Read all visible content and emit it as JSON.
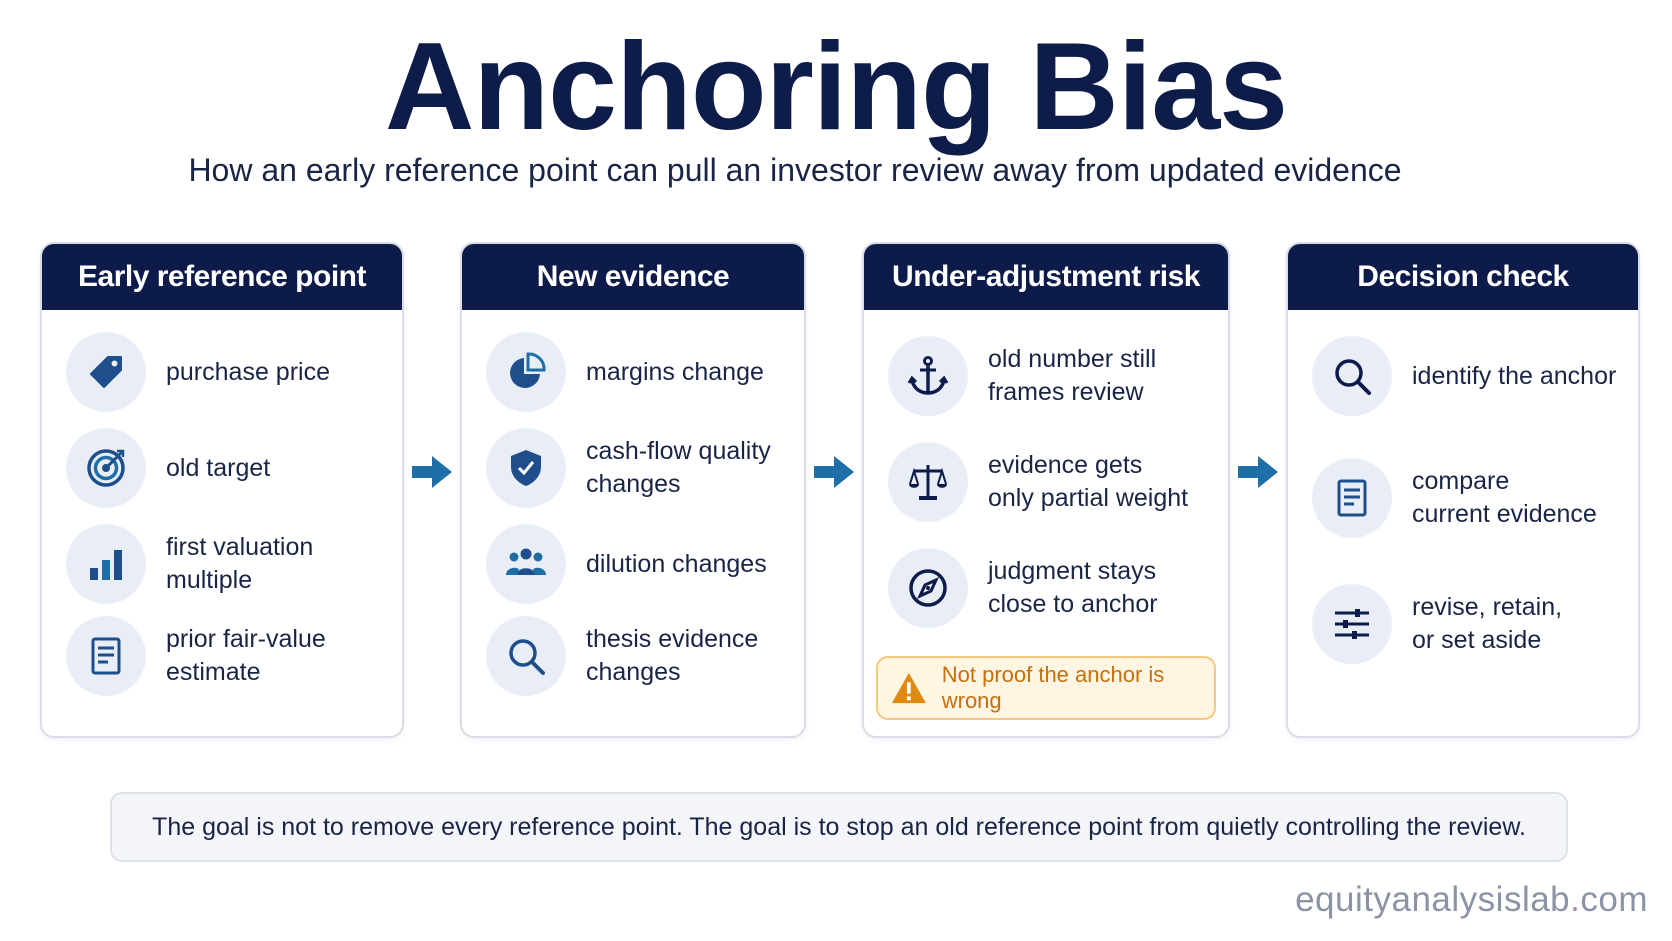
{
  "title": "Anchoring Bias",
  "subtitle": "How an early reference point can pull an investor review away from updated evidence",
  "colors": {
    "navy": "#0d1b4b",
    "accent": "#1e6fa8",
    "warning": "#e08a12"
  },
  "columns": [
    {
      "header": "Early reference point",
      "items": [
        {
          "icon": "price-tag-icon",
          "lines": [
            "purchase price"
          ]
        },
        {
          "icon": "target-icon",
          "lines": [
            "old target"
          ]
        },
        {
          "icon": "bar-chart-icon",
          "lines": [
            "first valuation multiple"
          ]
        },
        {
          "icon": "document-icon",
          "lines": [
            "prior fair-value estimate"
          ]
        }
      ]
    },
    {
      "header": "New evidence",
      "items": [
        {
          "icon": "pie-chart-icon",
          "lines": [
            "margins change"
          ]
        },
        {
          "icon": "shield-check-icon",
          "lines": [
            "cash-flow quality",
            "changes"
          ]
        },
        {
          "icon": "people-icon",
          "lines": [
            "dilution changes"
          ]
        },
        {
          "icon": "search-icon",
          "lines": [
            "thesis evidence",
            "changes"
          ]
        }
      ]
    },
    {
      "header": "Under-adjustment risk",
      "items": [
        {
          "icon": "anchor-icon",
          "lines": [
            "old number still",
            "frames review"
          ]
        },
        {
          "icon": "scale-icon",
          "lines": [
            "evidence gets",
            "only partial weight"
          ]
        },
        {
          "icon": "compass-icon",
          "lines": [
            "judgment stays",
            "close to anchor"
          ]
        }
      ],
      "warning": "Not proof the anchor is wrong"
    },
    {
      "header": "Decision check",
      "items": [
        {
          "icon": "search-icon",
          "lines": [
            "identify the anchor"
          ]
        },
        {
          "icon": "document-icon",
          "lines": [
            "compare",
            "current evidence"
          ]
        },
        {
          "icon": "sliders-icon",
          "lines": [
            "revise, retain,",
            "or set aside"
          ]
        }
      ]
    }
  ],
  "footer": "The goal is not to remove every reference point. The goal is to stop an old reference point from quietly controlling the review.",
  "site": "equityanalysislab.com"
}
